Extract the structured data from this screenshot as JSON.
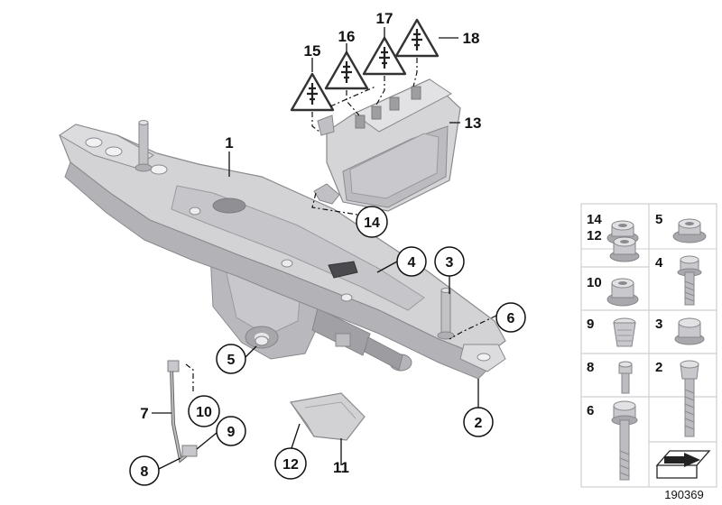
{
  "diagram": {
    "reference_number": "190369",
    "callouts": [
      "1",
      "2",
      "3",
      "4",
      "5",
      "6",
      "7",
      "8",
      "9",
      "10",
      "11",
      "12",
      "13",
      "14",
      "15",
      "16",
      "17",
      "18"
    ],
    "parts_table": [
      {
        "left": "14",
        "right": "5"
      },
      {
        "left": "12",
        "right": "4"
      },
      {
        "left": "10",
        "right": ""
      },
      {
        "left": "9",
        "right": "3"
      },
      {
        "left": "8",
        "right": "2"
      },
      {
        "left": "6",
        "right": ""
      }
    ]
  },
  "colors": {
    "part_fill": "#d3d3d6",
    "part_shadow": "#a9a9ad",
    "part_edge": "#8a8a8f",
    "grid_line": "#cfcfcf",
    "text": "#111111"
  },
  "icons": [
    "plug-warning-icon",
    "arrow-icon"
  ]
}
